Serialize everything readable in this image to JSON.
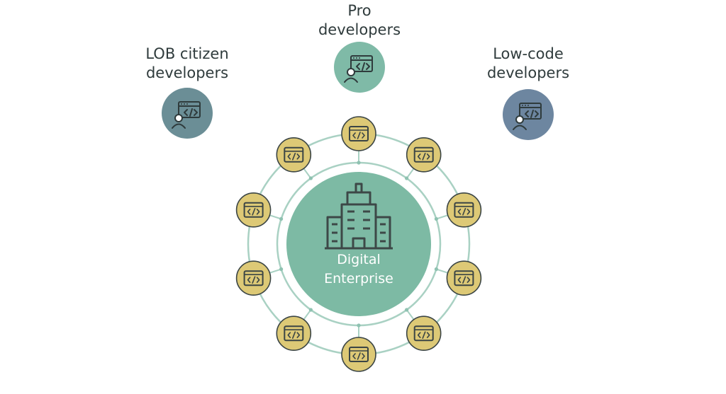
{
  "developers": {
    "pro": {
      "line1": "Pro",
      "line2": "developers",
      "color": "#7fbaa7",
      "icon": "developer-screen-icon"
    },
    "lob": {
      "line1": "LOB citizen",
      "line2": "developers",
      "color": "#6b8e96",
      "icon": "developer-screen-icon"
    },
    "lowcode": {
      "line1": "Low-code",
      "line2": "developers",
      "color": "#6d86a0",
      "icon": "developer-screen-icon"
    }
  },
  "center": {
    "line1": "Digital",
    "line2": "Enterprise",
    "color": "#7dbaa4",
    "icon": "office-building-icon"
  },
  "nodes": {
    "count": 10,
    "color": "#ddc976",
    "icon": "code-window-icon"
  },
  "ring_color": "#a9d1c3"
}
